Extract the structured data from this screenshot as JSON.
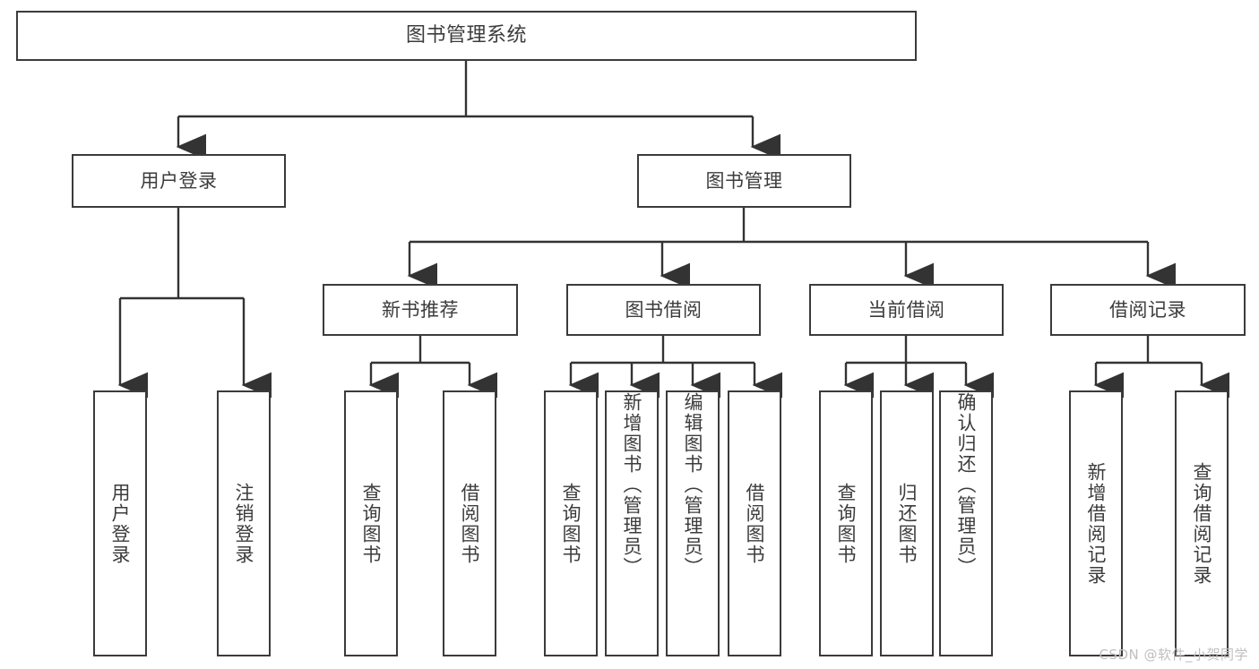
{
  "diagram": {
    "title": "图书管理系统",
    "type": "tree-hierarchy",
    "watermark": "CSDN @软件_小贺同学",
    "colors": {
      "box_border": "#3b3b3b",
      "box_fill": "#ffffff",
      "line": "#333333",
      "text": "#3c3c3c",
      "background": "#ffffff",
      "watermark": "#bfbfbf"
    },
    "nodes": {
      "root": {
        "label": "图书管理系统"
      },
      "level2": [
        {
          "label": "用户登录"
        },
        {
          "label": "图书管理"
        }
      ],
      "level3": [
        {
          "label": "新书推荐"
        },
        {
          "label": "图书借阅"
        },
        {
          "label": "当前借阅"
        },
        {
          "label": "借阅记录"
        }
      ],
      "leaves": {
        "user_login": [
          {
            "label": "用户登录"
          },
          {
            "label": "注销登录"
          }
        ],
        "new_book_recommend": [
          {
            "label": "查询图书"
          },
          {
            "label": "借阅图书"
          }
        ],
        "book_borrow": [
          {
            "label": "查询图书"
          },
          {
            "label": "新增图书（管理员）"
          },
          {
            "label": "编辑图书（管理员）"
          },
          {
            "label": "借阅图书"
          }
        ],
        "current_borrow": [
          {
            "label": "查询图书"
          },
          {
            "label": "归还图书"
          },
          {
            "label": "确认归还（管理员）"
          }
        ],
        "borrow_record": [
          {
            "label": "新增借阅记录"
          },
          {
            "label": "查询借阅记录"
          }
        ]
      }
    }
  }
}
